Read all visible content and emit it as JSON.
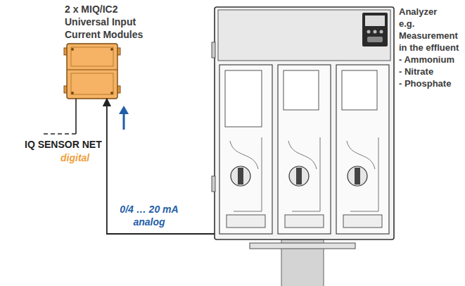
{
  "diagram": {
    "nodes": [
      {
        "text": [
          "2 x MIQ/IC2 Universal Input Current Modules"
        ]
      },
      {
        "text": [
          "Analyzer",
          "e.g. Measurement in the effluent",
          "- Ammonium",
          "- Nitrate",
          "- Phosphate"
        ]
      }
    ],
    "edges": [
      {
        "from": 1,
        "to": 0,
        "arrow": "to",
        "label": "0/4 … 20 mA analog"
      }
    ],
    "labels": [
      "IQ SENSOR NET",
      "digital"
    ]
  }
}
